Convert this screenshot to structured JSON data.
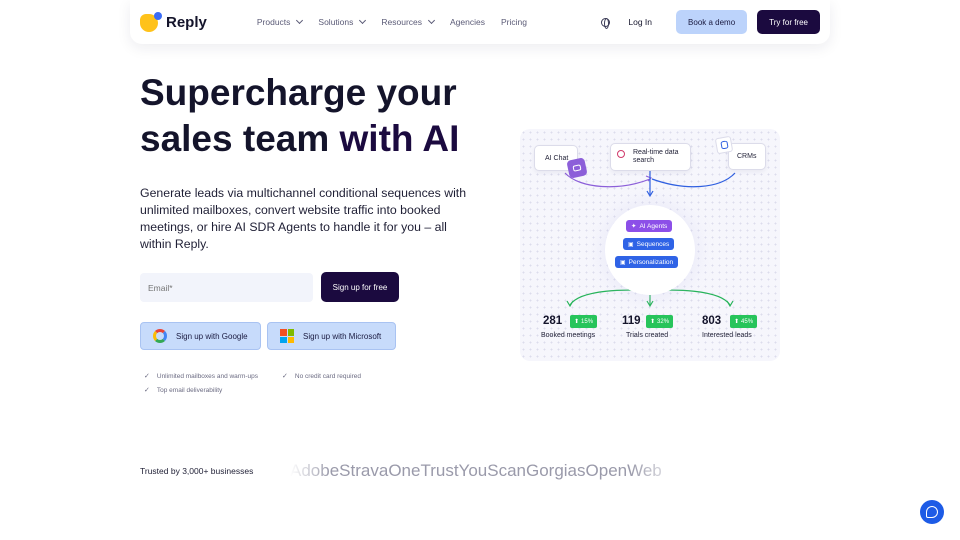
{
  "brand": {
    "name": "Reply"
  },
  "nav": {
    "items": [
      {
        "label": "Products"
      },
      {
        "label": "Solutions"
      },
      {
        "label": "Resources"
      },
      {
        "label": "Agencies"
      },
      {
        "label": "Pricing"
      }
    ],
    "login": "Log In",
    "demo": "Book a demo",
    "try": "Try for free"
  },
  "hero": {
    "title_line1": "Supercharge your",
    "title_line2a": "sales team ",
    "title_line2b": "with AI",
    "subtitle": "Generate leads via multichannel conditional sequences with unlimited mailboxes, convert website traffic into booked meetings, or hire AI SDR Agents to handle it for you – all within Reply.",
    "email_placeholder": "Email*",
    "signup": "Sign up for free",
    "google": "Sign up with Google",
    "microsoft": "Sign up with Microsoft",
    "features": [
      "Unlimited mailboxes and warm-ups",
      "No credit card required",
      "Top email deliverability"
    ]
  },
  "diagram": {
    "sources": [
      "AI Chat",
      "Real-time data search",
      "CRMs"
    ],
    "engine": [
      "AI Agents",
      "Sequences",
      "Personalization"
    ],
    "stats": [
      {
        "value": "281",
        "change": "15%",
        "label": "Booked meetings"
      },
      {
        "value": "119",
        "change": "32%",
        "label": "Trials created"
      },
      {
        "value": "803",
        "change": "45%",
        "label": "Interested leads"
      }
    ]
  },
  "trust": {
    "label": "Trusted by 3,000+ businesses",
    "logos": [
      "Adobe",
      "Strava",
      "One",
      "TrustYou",
      "Scan",
      "Gorgias",
      "OpenWeb"
    ]
  },
  "colors": {
    "primary": "#1b0a3f",
    "accent": "#bcd3fb",
    "success": "#27c45b",
    "brand_yellow": "#ffc21a",
    "brand_blue": "#3b6cf6"
  }
}
